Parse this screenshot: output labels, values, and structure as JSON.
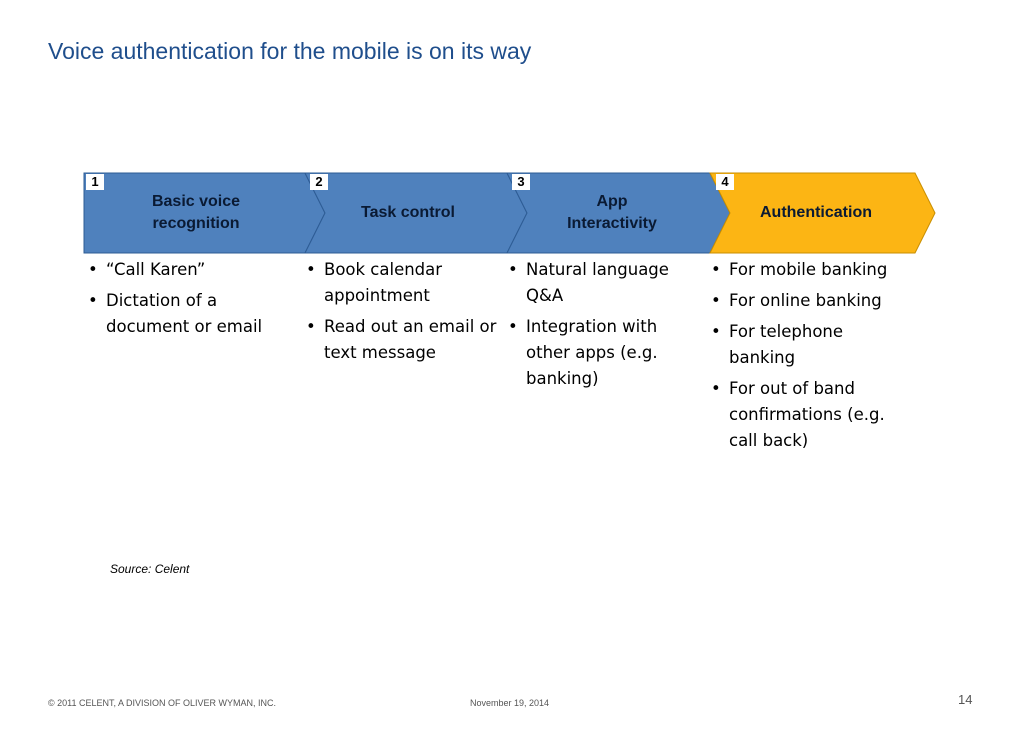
{
  "title": "Voice authentication for the mobile is on its way",
  "colors": {
    "step_blue": "#4f81bd",
    "step_gold": "#fcb514",
    "title": "#1f4e8c"
  },
  "steps": [
    {
      "number": "1",
      "label": "Basic voice\nrecognition",
      "bullets": [
        "“Call Karen”",
        "Dictation of a document or email"
      ]
    },
    {
      "number": "2",
      "label": "Task control",
      "bullets": [
        "Book calendar appointment",
        "Read out an email or text message"
      ]
    },
    {
      "number": "3",
      "label": "App\nInteractivity",
      "bullets": [
        "Natural language Q&A",
        "Integration with other apps (e.g. banking)"
      ]
    },
    {
      "number": "4",
      "label": "Authentication",
      "bullets": [
        "For mobile banking",
        "For online banking",
        "For telephone banking",
        "For out of band confirmations (e.g. call back)"
      ]
    }
  ],
  "source": "Source: Celent",
  "footer": {
    "copyright": "© 2011 CELENT, A DIVISION OF OLIVER WYMAN, INC.",
    "date": "November 19, 2014",
    "page": "14"
  }
}
